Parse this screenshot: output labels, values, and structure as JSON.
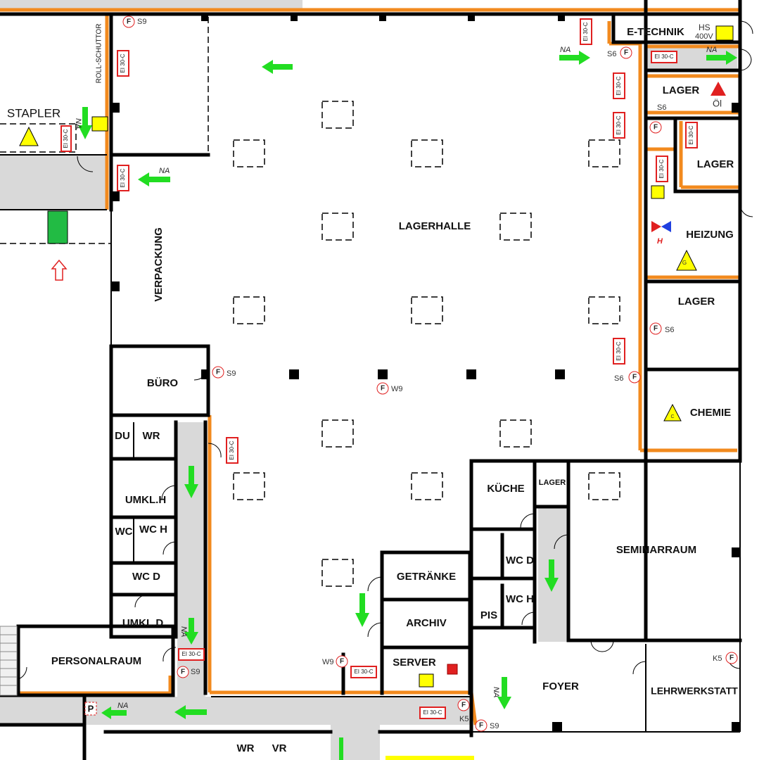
{
  "rooms": {
    "stapler": "STAPLER",
    "rollschuttor": "ROLL-SCHUTTOR",
    "lagerhalle": "LAGERHALLE",
    "verpackung": "VERPACKUNG",
    "buero": "BÜRO",
    "du": "DU",
    "wr_left": "WR",
    "umkl_h": "UMKL.H",
    "wc": "WC",
    "wc_h_left": "WC H",
    "wc_d_left": "WC D",
    "umkl_d": "UMKL.D",
    "personalraum": "PERSONALRAUM",
    "getraenke": "GETRÄNKE",
    "archiv": "ARCHIV",
    "server": "SERVER",
    "kueche": "KÜCHE",
    "lager_small": "LAGER",
    "wc_d_right": "WC D",
    "wc_h_right": "WC H",
    "pis": "PIS",
    "seminarraum": "SEMINARRAUM",
    "foyer": "FOYER",
    "lehrwerkstatt": "LEHRWERKSTATT",
    "e_technik": "E-TECHNIK",
    "lager_1": "LAGER",
    "lager_2": "LAGER",
    "heizung": "HEIZUNG",
    "lager_3": "LAGER",
    "chemie": "CHEMIE",
    "wr_bottom": "WR",
    "vr_bottom": "VR"
  },
  "annotations": {
    "hs": "HS",
    "voltage": "400V",
    "oil": "Öl",
    "heating_h": "H",
    "na": "NA",
    "fire_door": "EI 30-C",
    "extinguisher": "F",
    "parking": "P",
    "s9": "S9",
    "s6": "S6",
    "w9": "W9",
    "k5": "K5",
    "gas": "G",
    "chem": "C"
  },
  "colors": {
    "fire_wall": "#f28a1e",
    "escape_arrow": "#22dd22",
    "fire_equipment": "#e02020",
    "electrical": "#ffff00",
    "corridor": "#d9d9d9"
  }
}
